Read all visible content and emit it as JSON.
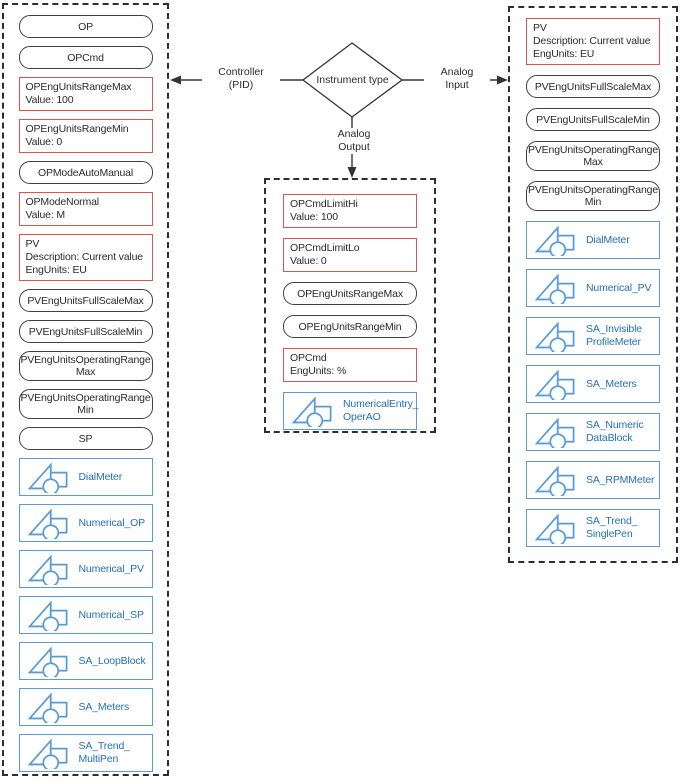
{
  "colors": {
    "red_border": "#e05151",
    "black_border": "#3f3f3f",
    "blue_border": "#5b9bd5",
    "blue_text": "#2470b3",
    "dashed_border": "#2e2e2e"
  },
  "decision": {
    "label": "Instrument type",
    "branch_left": [
      "Controller",
      "(PID)"
    ],
    "branch_right": [
      "Analog",
      "Input"
    ],
    "branch_down": [
      "Analog",
      "Output"
    ]
  },
  "groups": [
    {
      "name": "controller-pid-group",
      "items": [
        {
          "kind": "pill",
          "lines": [
            "OP"
          ]
        },
        {
          "kind": "pill",
          "lines": [
            "OPCmd"
          ]
        },
        {
          "kind": "attr",
          "lines": [
            "OPEngUnitsRangeMax",
            "Value: 100"
          ]
        },
        {
          "kind": "attr",
          "lines": [
            "OPEngUnitsRangeMin",
            "Value: 0"
          ]
        },
        {
          "kind": "pill",
          "lines": [
            "OPModeAutoManual"
          ]
        },
        {
          "kind": "attr",
          "lines": [
            "OPModeNormal",
            "Value: M"
          ]
        },
        {
          "kind": "attr",
          "lines": [
            "PV",
            "Description: Current value",
            "EngUnits: EU"
          ]
        },
        {
          "kind": "pill",
          "lines": [
            "PVEngUnitsFullScaleMax"
          ]
        },
        {
          "kind": "pill",
          "lines": [
            "PVEngUnitsFullScaleMin"
          ]
        },
        {
          "kind": "pill",
          "lines": [
            "PVEngUnitsOperatingRange",
            "Max"
          ]
        },
        {
          "kind": "pill",
          "lines": [
            "PVEngUnitsOperatingRange",
            "Min"
          ]
        },
        {
          "kind": "pill",
          "lines": [
            "SP"
          ]
        },
        {
          "kind": "shape",
          "lines": [
            "DialMeter"
          ]
        },
        {
          "kind": "shape",
          "lines": [
            "Numerical_OP"
          ]
        },
        {
          "kind": "shape",
          "lines": [
            "Numerical_PV"
          ]
        },
        {
          "kind": "shape",
          "lines": [
            "Numerical_SP"
          ]
        },
        {
          "kind": "shape",
          "lines": [
            "SA_LoopBlock"
          ]
        },
        {
          "kind": "shape",
          "lines": [
            "SA_Meters"
          ]
        },
        {
          "kind": "shape",
          "lines": [
            "SA_Trend_",
            "MultiPen"
          ]
        }
      ]
    },
    {
      "name": "analog-output-group",
      "items": [
        {
          "kind": "attr",
          "lines": [
            "OPCmdLimitHi",
            "Value: 100"
          ]
        },
        {
          "kind": "attr",
          "lines": [
            "OPCmdLimitLo",
            "Value: 0"
          ]
        },
        {
          "kind": "pill",
          "lines": [
            "OPEngUnitsRangeMax"
          ]
        },
        {
          "kind": "pill",
          "lines": [
            "OPEngUnitsRangeMin"
          ]
        },
        {
          "kind": "attr",
          "lines": [
            "OPCmd",
            "EngUnits: %"
          ]
        },
        {
          "kind": "shape",
          "lines": [
            "NumericalEntry_",
            "OperAO"
          ]
        }
      ]
    },
    {
      "name": "analog-input-group",
      "items": [
        {
          "kind": "attr",
          "lines": [
            "PV",
            "Description: Current value",
            "EngUnits: EU"
          ]
        },
        {
          "kind": "pill",
          "lines": [
            "PVEngUnitsFullScaleMax"
          ]
        },
        {
          "kind": "pill",
          "lines": [
            "PVEngUnitsFullScaleMin"
          ]
        },
        {
          "kind": "pill",
          "lines": [
            "PVEngUnitsOperatingRange",
            "Max"
          ]
        },
        {
          "kind": "pill",
          "lines": [
            "PVEngUnitsOperatingRange",
            "Min"
          ]
        },
        {
          "kind": "shape",
          "lines": [
            "DialMeter"
          ]
        },
        {
          "kind": "shape",
          "lines": [
            "Numerical_PV"
          ]
        },
        {
          "kind": "shape",
          "lines": [
            "SA_Invisible",
            "ProfileMeter"
          ]
        },
        {
          "kind": "shape",
          "lines": [
            "SA_Meters"
          ]
        },
        {
          "kind": "shape",
          "lines": [
            "SA_Numeric",
            "DataBlock"
          ]
        },
        {
          "kind": "shape",
          "lines": [
            "SA_RPMMeter"
          ]
        },
        {
          "kind": "shape",
          "lines": [
            "SA_Trend_",
            "SinglePen"
          ]
        }
      ]
    }
  ]
}
